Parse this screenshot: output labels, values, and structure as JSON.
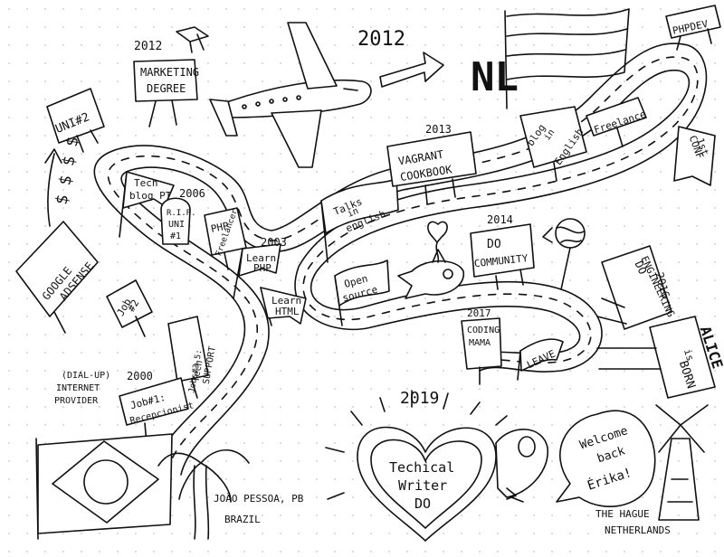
{
  "year_labels": {
    "top": "2012",
    "y2012_degree": "2012",
    "y2013": "2013",
    "y2014": "2014",
    "y2006": "2006",
    "y2003": "2003",
    "y2000": "2000",
    "y2017": "2017",
    "y2016": "2016",
    "y2019": "2019"
  },
  "signs": {
    "marketing_degree": [
      "MARKETING",
      "DEGREE"
    ],
    "uni2": "UNI#2",
    "google_adsense": [
      "GOOGLE",
      "ADSENSE"
    ],
    "money": "$ $ $ $",
    "tech_blog": [
      "Tech",
      "blog PT"
    ],
    "rip_uni": [
      "R.I.P.",
      "UNI",
      "#1"
    ],
    "php_freelancer": [
      "PHP",
      "Freelancer"
    ],
    "learn_php": [
      "Learn",
      "PHP"
    ],
    "learn_html": [
      "Learn",
      "HTML"
    ],
    "job2": [
      "Job",
      "#2"
    ],
    "jobs_tech_support": [
      "Jobs#3-5:",
      "Tech",
      "SUPPORT"
    ],
    "job1": [
      "Job#1:",
      "Recepcionist"
    ],
    "dialup": [
      "(DIAL-UP)",
      "INTERNET",
      "PROVIDER"
    ],
    "talks_english": [
      "Talks",
      "in",
      "english"
    ],
    "vagrant_cookbook": [
      "VAGRANT",
      "COOKBOOK"
    ],
    "blog_english": [
      "blog",
      "in",
      "English"
    ],
    "freelance": "Freelance",
    "phpdev": "PHPDEV",
    "first_conf": [
      "1st",
      "CONF"
    ],
    "do_community": [
      "DO",
      "COMMUNITY"
    ],
    "open_source": [
      "Open",
      "source"
    ],
    "coding_mama": [
      "CODING",
      "MAMA"
    ],
    "leave": "LEAVE",
    "do_engineering": [
      "DO",
      "ENGINEERING"
    ],
    "alice_born": [
      "ALICE",
      "is",
      "BORN"
    ],
    "nl": "NL"
  },
  "heart_text": [
    "Techical",
    "Writer",
    "DO"
  ],
  "speech_bubble": [
    "Welcome",
    "back",
    "Érika!"
  ],
  "brazil_city": "JOÃO PESSOA, PB",
  "brazil_country": "BRAZIL",
  "netherlands_city": "THE HAGUE",
  "netherlands_country": "NETHERLANDS"
}
